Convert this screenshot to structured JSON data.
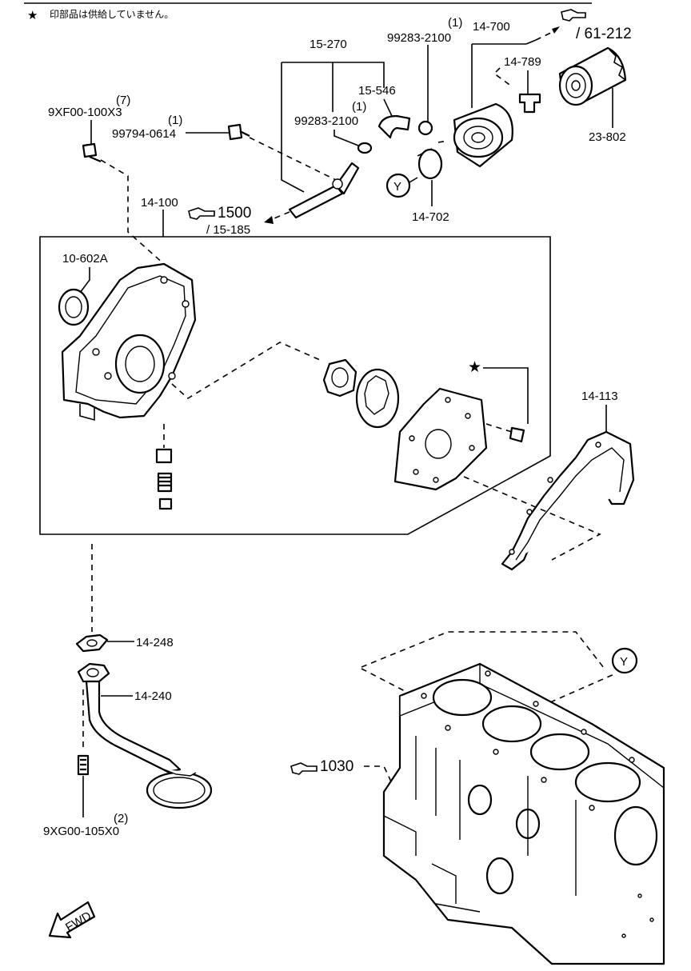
{
  "note": {
    "star": "★",
    "text": "印部品は供給していません。"
  },
  "labels": {
    "p15_270": "15-270",
    "p99283_top": "99283-2100",
    "p99283_top_qty": "(1)",
    "p14_700": "14-700",
    "ref_61_212": "/ 61-212",
    "p14_789": "14-789",
    "p15_546": "15-546",
    "p99283_mid": "99283-2100",
    "p99283_mid_qty": "(1)",
    "p9xf00": "9XF00-100X3",
    "p9xf00_qty": "(7)",
    "p99794": "99794-0614",
    "p99794_qty": "(1)",
    "p23_802": "23-802",
    "y_top": "Y",
    "p14_702": "14-702",
    "p14_100": "14-100",
    "ref_1500": "1500",
    "ref_15_185": "/ 15-185",
    "p10_602a": "10-602A",
    "star_mark": "★",
    "p14_113": "14-113",
    "p14_248": "14-248",
    "p14_240": "14-240",
    "y_bottom": "Y",
    "ref_1030": "1030",
    "p9xg00": "9XG00-105X0",
    "p9xg00_qty": "(2)",
    "fwd": "FWD"
  },
  "icons": [
    "star-icon",
    "pointing-hand-icon",
    "fwd-arrow-icon"
  ]
}
